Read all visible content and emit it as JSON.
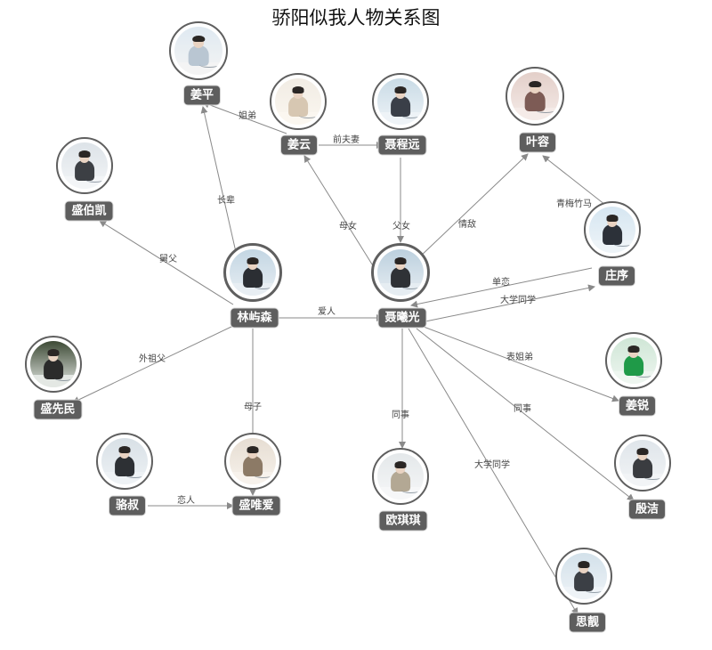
{
  "title": "骄阳似我人物关系图",
  "colors": {
    "edge": "#8a8a8a",
    "label_bg": "#5e5e5e",
    "label_text": "#ffffff",
    "avatar_border": "#5f5f5f"
  },
  "nodes": [
    {
      "id": "jiangping",
      "name": "姜平",
      "palette": [
        "#dfe9f1",
        "#b9c6d2",
        "#f4f4f4"
      ]
    },
    {
      "id": "jiangyun",
      "name": "姜云",
      "palette": [
        "#f1ece4",
        "#d7c7b2",
        "#fbf7f0"
      ]
    },
    {
      "id": "niechengyuan",
      "name": "聂程远",
      "palette": [
        "#c9dbe6",
        "#3a3f48",
        "#eef3f7"
      ]
    },
    {
      "id": "yerong",
      "name": "叶容",
      "palette": [
        "#e3cfc9",
        "#7d5b55",
        "#f5ebe8"
      ]
    },
    {
      "id": "shengbokai",
      "name": "盛伯凯",
      "palette": [
        "#dde3e8",
        "#3c3f44",
        "#f3f5f7"
      ]
    },
    {
      "id": "zhuangxu",
      "name": "庄序",
      "palette": [
        "#d6e6f1",
        "#2c3139",
        "#eef4f8"
      ]
    },
    {
      "id": "linyusen",
      "name": "林屿森",
      "palette": [
        "#c3d6e3",
        "#2b2e33",
        "#e8eef3"
      ]
    },
    {
      "id": "niexiguang",
      "name": "聂曦光",
      "palette": [
        "#bcd0de",
        "#2f3236",
        "#e6edf2"
      ]
    },
    {
      "id": "shengxianmin",
      "name": "盛先民",
      "palette": [
        "#3d4a35",
        "#2b2b2b",
        "#e4e8e4"
      ]
    },
    {
      "id": "jiangrui",
      "name": "姜锐",
      "palette": [
        "#cfe6d6",
        "#1f9a48",
        "#eef6f0"
      ]
    },
    {
      "id": "luoshu",
      "name": "骆叔",
      "palette": [
        "#d8e0e6",
        "#2d3034",
        "#eef2f5"
      ]
    },
    {
      "id": "shengweiai",
      "name": "盛唯爱",
      "palette": [
        "#e6ddd2",
        "#8c7a66",
        "#f7f2ec"
      ]
    },
    {
      "id": "ouqiqi",
      "name": "欧琪琪",
      "palette": [
        "#e4e8ea",
        "#b3a894",
        "#f6f7f8"
      ]
    },
    {
      "id": "yinjie",
      "name": "殷洁",
      "palette": [
        "#dfe5ea",
        "#3a3c40",
        "#f2f4f6"
      ]
    },
    {
      "id": "siyao",
      "name": "思靓",
      "palette": [
        "#d3e1ea",
        "#3b3f45",
        "#eef3f7"
      ]
    }
  ],
  "edges": [
    {
      "from": "jiangyun",
      "to": "jiangping",
      "label": "姐弟"
    },
    {
      "from": "jiangyun",
      "to": "niechengyuan",
      "label": "前夫妻"
    },
    {
      "from": "linyusen",
      "to": "jiangping",
      "label": "长辈"
    },
    {
      "from": "niexiguang",
      "to": "jiangyun",
      "label": "母女"
    },
    {
      "from": "niechengyuan",
      "to": "niexiguang",
      "label": "父女"
    },
    {
      "from": "niexiguang",
      "to": "yerong",
      "label": "情敌"
    },
    {
      "from": "zhuangxu",
      "to": "yerong",
      "label": "青梅竹马"
    },
    {
      "from": "linyusen",
      "to": "shengbokai",
      "label": "舅父"
    },
    {
      "from": "zhuangxu",
      "to": "niexiguang",
      "label": "单恋"
    },
    {
      "from": "niexiguang",
      "to": "zhuangxu",
      "label": "大学同学"
    },
    {
      "from": "linyusen",
      "to": "niexiguang",
      "label": "爱人"
    },
    {
      "from": "linyusen",
      "to": "shengxianmin",
      "label": "外祖父"
    },
    {
      "from": "niexiguang",
      "to": "jiangrui",
      "label": "表姐弟"
    },
    {
      "from": "linyusen",
      "to": "shengweiai",
      "label": "母子"
    },
    {
      "from": "niexiguang",
      "to": "ouqiqi",
      "label": "同事"
    },
    {
      "from": "niexiguang",
      "to": "yinjie",
      "label": "同事"
    },
    {
      "from": "niexiguang",
      "to": "siyao",
      "label": "大学同学"
    },
    {
      "from": "luoshu",
      "to": "shengweiai",
      "label": "恋人"
    }
  ]
}
